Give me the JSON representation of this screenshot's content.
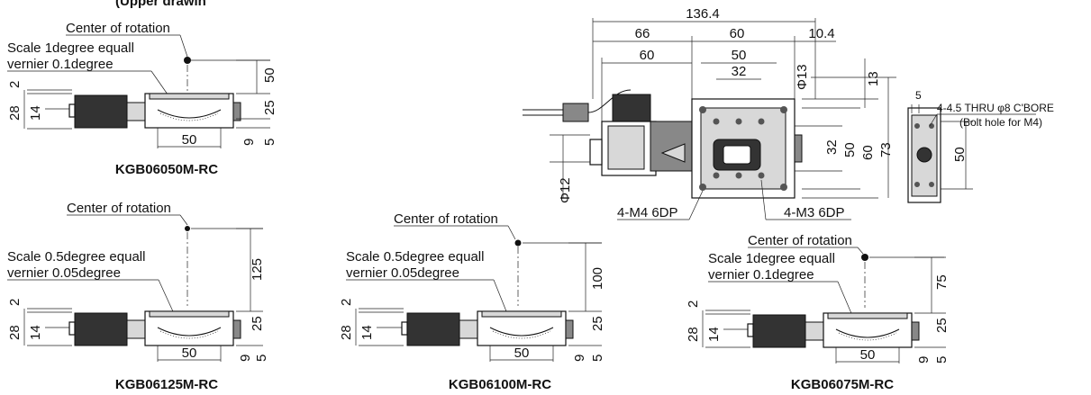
{
  "header": {
    "title_fragment": "(Upper drawin"
  },
  "top_left": {
    "center_label": "Center of rotation",
    "scale_line1": "Scale 1degree equall",
    "scale_line2": "vernier 0.1degree",
    "dim_height": "50",
    "dim_2": "2",
    "dim_28": "28",
    "dim_14": "14",
    "dim_25": "25",
    "dim_9": "9",
    "dim_5": "5",
    "dim_50": "50",
    "caption": "KGB06050M-RC"
  },
  "bottom_left": {
    "center_label": "Center of rotation",
    "scale_line1": "Scale 0.5degree equall",
    "scale_line2": "vernier 0.05degree",
    "dim_height": "125",
    "dim_2": "2",
    "dim_28": "28",
    "dim_14": "14",
    "dim_25": "25",
    "dim_9": "9",
    "dim_5": "5",
    "dim_50": "50",
    "caption": "KGB06125M-RC"
  },
  "bottom_mid": {
    "center_label": "Center of rotation",
    "scale_line1": "Scale 0.5degree equall",
    "scale_line2": "vernier 0.05degree",
    "dim_height": "100",
    "dim_2": "2",
    "dim_28": "28",
    "dim_14": "14",
    "dim_25": "25",
    "dim_9": "9",
    "dim_5": "5",
    "dim_50": "50",
    "caption": "KGB06100M-RC"
  },
  "bottom_right": {
    "center_label": "Center of rotation",
    "scale_line1": "Scale 1degree equall",
    "scale_line2": "vernier 0.1degree",
    "dim_height": "75",
    "dim_2": "2",
    "dim_28": "28",
    "dim_14": "14",
    "dim_25": "25",
    "dim_9": "9",
    "dim_5": "5",
    "dim_50": "50",
    "caption": "KGB06075M-RC"
  },
  "top_view": {
    "dim_136_4": "136.4",
    "dim_66": "66",
    "dim_60_top": "60",
    "dim_10_4": "10.4",
    "dim_60_left": "60",
    "dim_50_top": "50",
    "dim_32_top": "32",
    "dim_phi13": "Φ13",
    "dim_13": "13",
    "dim_phi12": "Φ12",
    "dim_32_right": "32",
    "dim_50_right": "50",
    "dim_60_right": "60",
    "dim_73": "73",
    "label_m4": "4-M4 6DP",
    "label_m3": "4-M3 6DP"
  },
  "side_view": {
    "dim_5": "5",
    "thru_label": "4-4.5 THRU φ8 C'BORE",
    "bolt_label": "(Bolt hole for M4)",
    "dim_50": "50"
  }
}
